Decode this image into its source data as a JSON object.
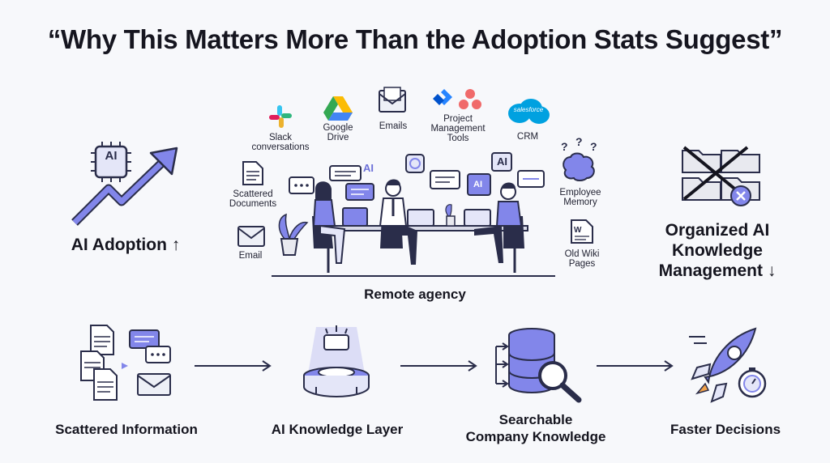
{
  "title": "“Why This Matters More Than the Adoption Stats Suggest”",
  "left": {
    "chip_label": "AI",
    "label": "AI Adoption ↑"
  },
  "right": {
    "label": "Organized AI\nKnowledge\nManagement ↓"
  },
  "center": {
    "caption": "Remote agency",
    "sources": {
      "slack": "Slack\nconversations",
      "gdrive": "Google\nDrive",
      "emails": "Emails",
      "project": "Project\nManagement\nTools",
      "crm": "CRM",
      "crm_logo": "salesforce",
      "documents": "Scattered\nDocuments",
      "email": "Email",
      "memory": "Employee\nMemory",
      "wiki": "Old Wiki\nPages"
    },
    "ai_tags": [
      "AI",
      "AI",
      "AI"
    ]
  },
  "flow": [
    {
      "label": "Scattered Information"
    },
    {
      "label": "AI Knowledge Layer"
    },
    {
      "label": "Searchable\nCompany Knowledge"
    },
    {
      "label": "Faster Decisions"
    }
  ],
  "colors": {
    "accent": "#7b7ee8",
    "ink": "#2a2d4a",
    "light": "#e6e8f5"
  }
}
